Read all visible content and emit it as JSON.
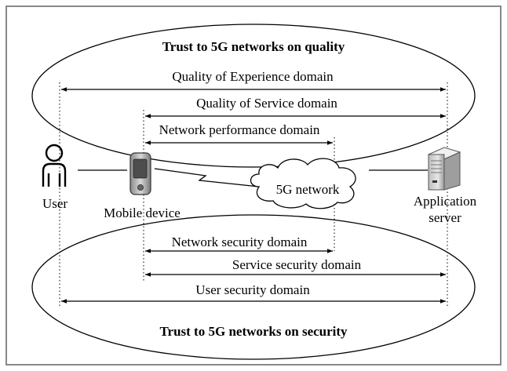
{
  "title_quality": "Trust to 5G networks on quality",
  "title_security": "Trust to 5G networks on security",
  "quality_domains": {
    "qoe": "Quality of Experience domain",
    "qos": "Quality of Service domain",
    "netperf": "Network performance domain"
  },
  "security_domains": {
    "network": "Network security domain",
    "service": "Service security domain",
    "user": "User security domain"
  },
  "entities": {
    "user": "User",
    "mobile_device": "Mobile device",
    "network": "5G network",
    "app_server_line1": "Application",
    "app_server_line2": "server"
  },
  "icons": {
    "user": "user-icon",
    "mobile": "mobile-phone-icon",
    "cloud": "cloud-icon",
    "server": "server-icon",
    "link": "wireless-link-icon"
  }
}
